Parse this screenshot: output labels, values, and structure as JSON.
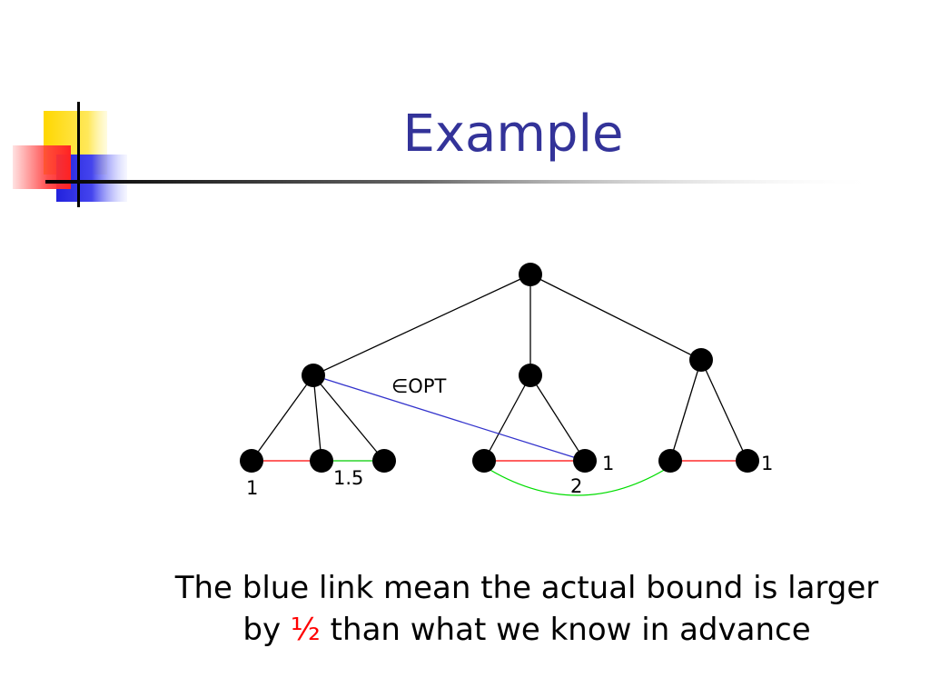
{
  "slide": {
    "title": "Example"
  },
  "diagram": {
    "nodes": [
      {
        "id": "root"
      },
      {
        "id": "a"
      },
      {
        "id": "b"
      },
      {
        "id": "c"
      },
      {
        "id": "a1"
      },
      {
        "id": "a2"
      },
      {
        "id": "a3"
      },
      {
        "id": "b1"
      },
      {
        "id": "b2"
      },
      {
        "id": "c1"
      },
      {
        "id": "c2"
      }
    ],
    "tree_edges": [
      [
        "root",
        "a"
      ],
      [
        "root",
        "b"
      ],
      [
        "root",
        "c"
      ],
      [
        "a",
        "a1"
      ],
      [
        "a",
        "a2"
      ],
      [
        "a",
        "a3"
      ],
      [
        "b",
        "b1"
      ],
      [
        "b",
        "b2"
      ],
      [
        "c",
        "c1"
      ],
      [
        "c",
        "c2"
      ]
    ],
    "colored_links": [
      {
        "from": "a1",
        "to": "a2",
        "color": "#ff0000",
        "kind": "straight"
      },
      {
        "from": "a2",
        "to": "a3",
        "color": "#00cc00",
        "kind": "straight"
      },
      {
        "from": "b1",
        "to": "b2",
        "color": "#ff0000",
        "kind": "straight"
      },
      {
        "from": "c1",
        "to": "c2",
        "color": "#ff0000",
        "kind": "straight"
      },
      {
        "from": "b1",
        "to": "c1",
        "color": "#00dd00",
        "kind": "arc"
      },
      {
        "from": "a",
        "to": "b2",
        "color": "#3333cc",
        "kind": "straight"
      }
    ],
    "labels": {
      "opt": "∈OPT",
      "w_a1": "1",
      "w_a2": "1.5",
      "w_b2_top": "1",
      "w_b_arc": "2",
      "w_c2": "1"
    }
  },
  "caption": {
    "line1": "The blue link mean the actual bound is larger",
    "line2_prefix": "by ",
    "line2_highlight": "½",
    "line2_suffix": " than what we know in advance"
  },
  "colors": {
    "title": "#333399",
    "highlight": "#ff0000"
  }
}
